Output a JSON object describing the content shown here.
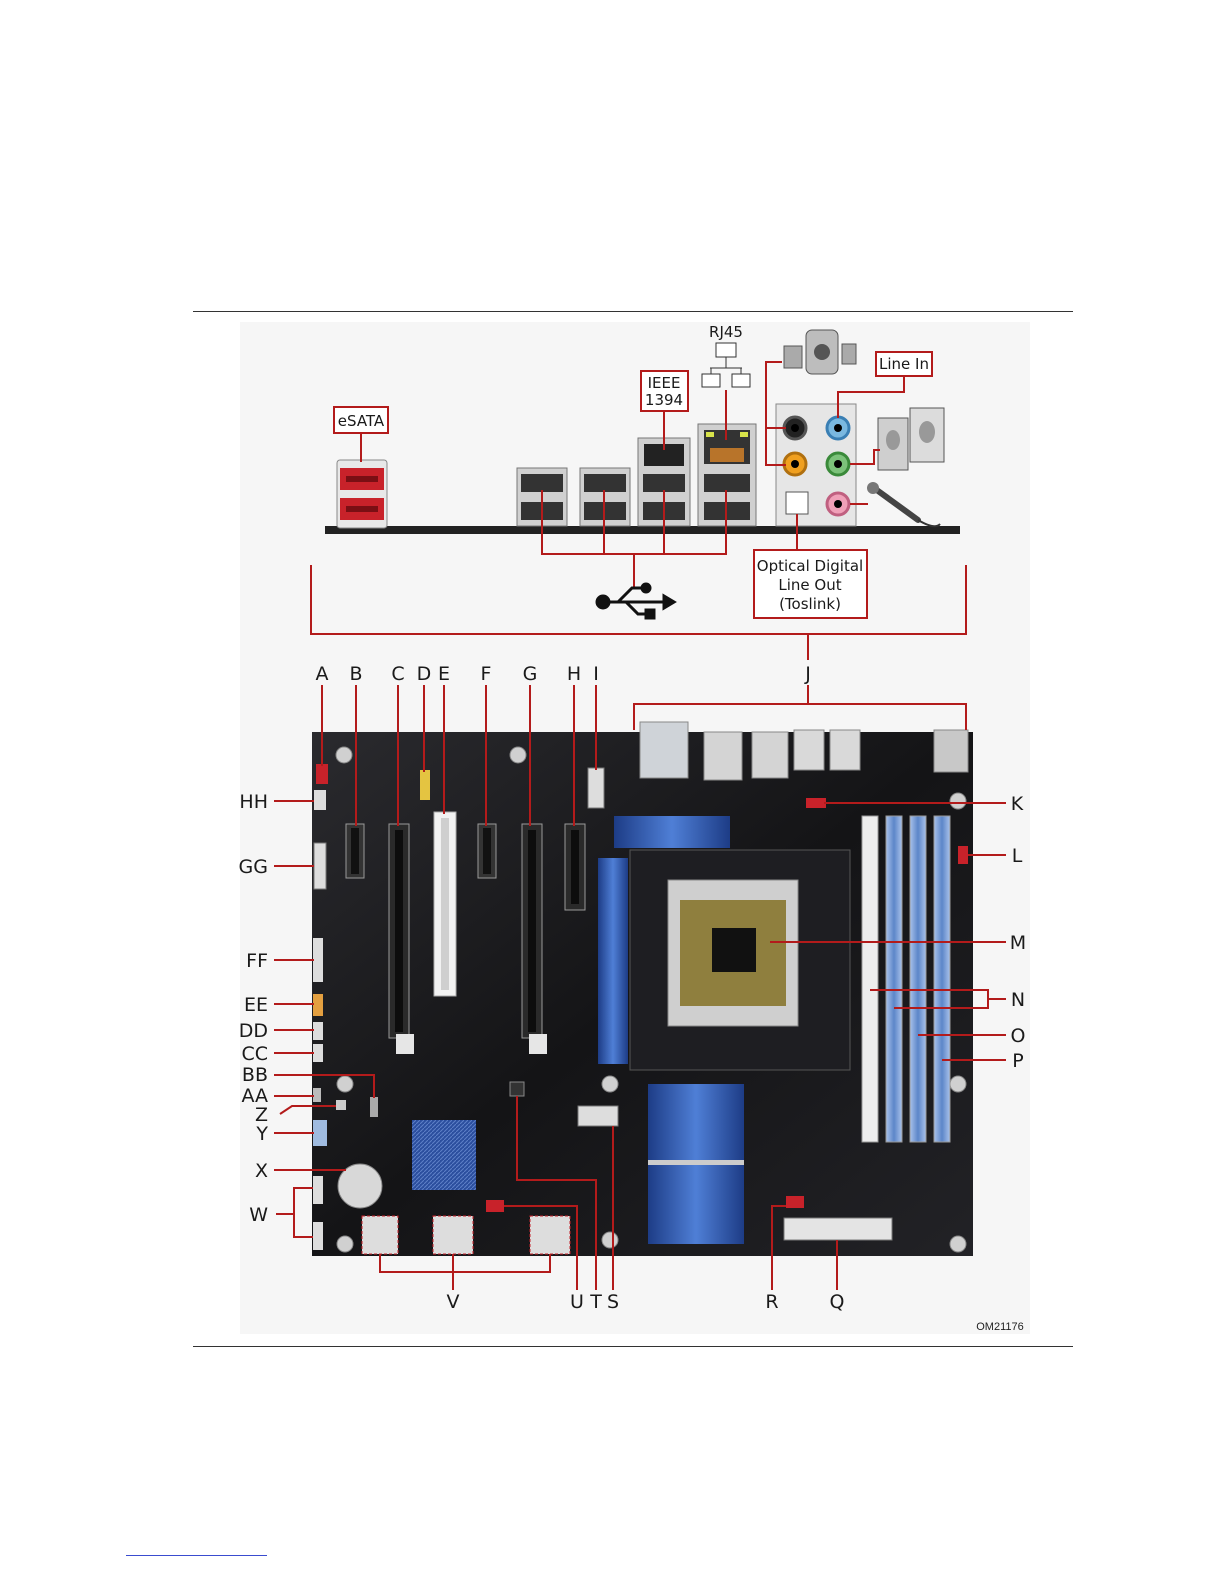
{
  "figure_code": "OM21176",
  "io_labels": {
    "esata": "eSATA",
    "rj45": "RJ45",
    "ieee1394": [
      "IEEE",
      "1394"
    ],
    "line_in": "Line In",
    "optical": [
      "Optical Digital",
      "Line Out",
      "(Toslink)"
    ]
  },
  "callouts_top": [
    "A",
    "B",
    "C",
    "D",
    "E",
    "F",
    "G",
    "H",
    "I",
    "J"
  ],
  "callouts_right": [
    "K",
    "L",
    "M",
    "N",
    "O",
    "P"
  ],
  "callouts_bottom": [
    "V",
    "U",
    "T",
    "S",
    "R",
    "Q"
  ],
  "callouts_left": [
    "HH",
    "GG",
    "FF",
    "EE",
    "DD",
    "CC",
    "BB",
    "AA",
    "Z",
    "Y",
    "X",
    "W"
  ],
  "colors": {
    "callout_line": "#b31b1b",
    "board": "#1a1a1c",
    "dimm_blue": "#5c86c9",
    "heatsink_blue": "#2f56a8",
    "esata_red": "#c8222a"
  }
}
